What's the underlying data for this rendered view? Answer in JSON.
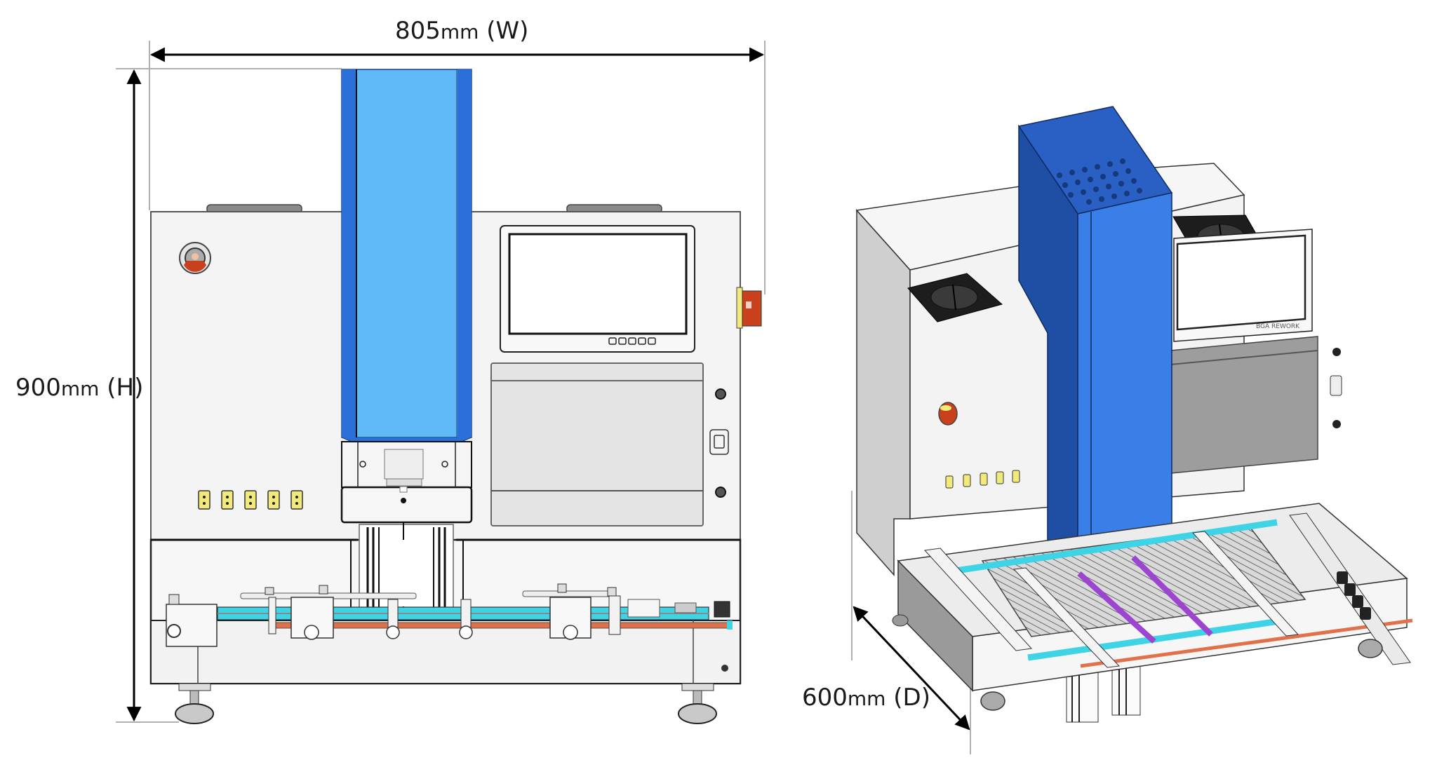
{
  "figure": {
    "title": "Rework station overall dimensions",
    "views": [
      "front-view",
      "isometric-view"
    ]
  },
  "dimensions": {
    "width": {
      "value": "805",
      "unit": "mm",
      "axis": "(W)"
    },
    "height": {
      "value": "900",
      "unit": "mm",
      "axis": "(H)"
    },
    "depth": {
      "value": "600",
      "unit": "mm",
      "axis": "(D)"
    }
  },
  "colors": {
    "heater_column_face": "#5fb9f7",
    "heater_column_edge": "#2b6fd8",
    "iso_column_front": "#3a7fe8",
    "iso_column_side": "#1f4fa5",
    "rail_cyan": "#3fd3e6",
    "rail_orange": "#e0714a",
    "clamp_purple": "#9b45d0",
    "indicator_yellow": "#f1ea7a",
    "estop_red": "#c8401c"
  },
  "front_view": {
    "indicator_count": 5,
    "keypad_button_count": 5
  },
  "isometric_view": {
    "indicator_count": 5,
    "screen_caption": "BGA REWORK"
  }
}
